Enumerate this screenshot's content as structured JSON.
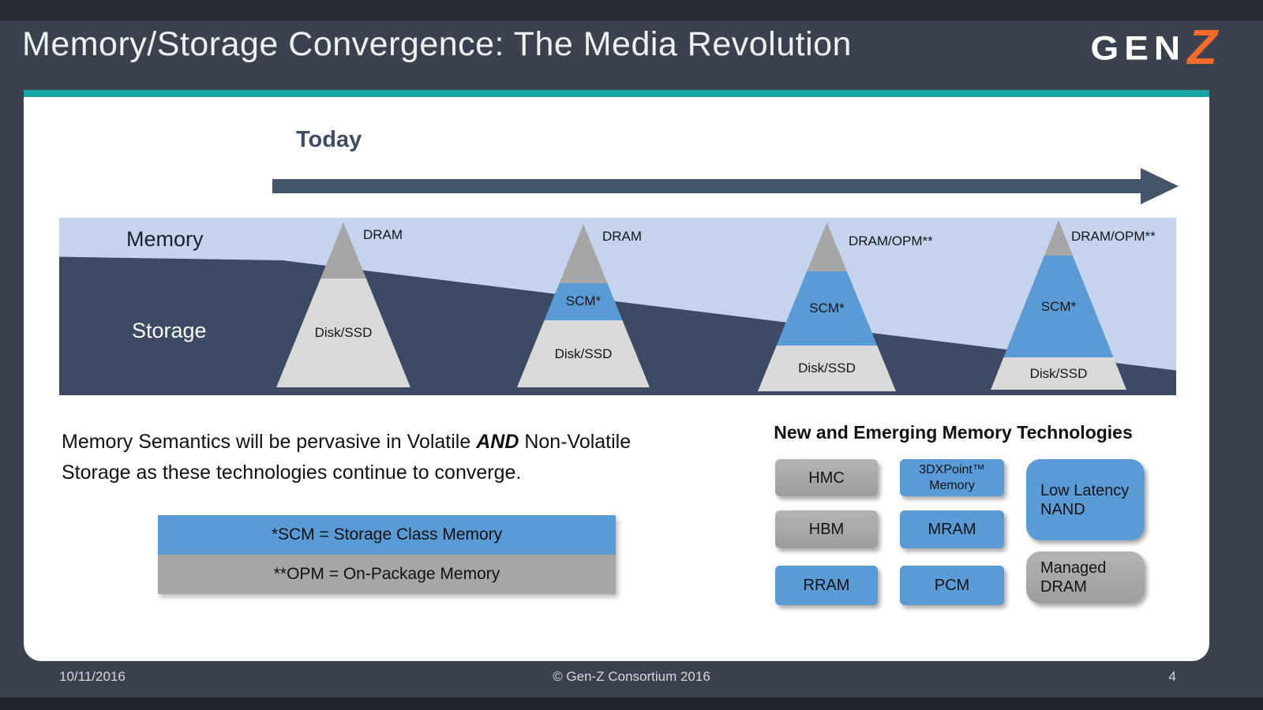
{
  "palette": {
    "teal_rule": "#16a5a0",
    "slate_arrow": "#44546a",
    "memory_band": "#c6d3ed",
    "storage_band": "#3d4a63",
    "blue_badge": "#5b9bd5",
    "grey_badge": "#a6a6a6",
    "light_grey_layer": "#d9d9d9",
    "logo_orange": "#f26b2a"
  },
  "header": {
    "title": "Memory/Storage Convergence: The Media Revolution",
    "logo_gen": "GEN",
    "logo_z": "Z"
  },
  "timeline": {
    "today_label": "Today"
  },
  "bands": {
    "memory": "Memory",
    "storage": "Storage"
  },
  "pyramids": [
    {
      "apex_label": "DRAM",
      "disk_label": "Disk/SSD"
    },
    {
      "apex_label": "DRAM",
      "scm_label": "SCM*",
      "disk_label": "Disk/SSD"
    },
    {
      "apex_label": "DRAM/OPM**",
      "scm_label": "SCM*",
      "disk_label": "Disk/SSD"
    },
    {
      "apex_label": "DRAM/OPM**",
      "scm_label": "SCM*",
      "disk_label": "Disk/SSD"
    }
  ],
  "statement": {
    "part1": "Memory Semantics will be pervasive in Volatile ",
    "emphasis": "AND",
    "part2": " Non-Volatile Storage as these technologies continue to converge."
  },
  "legend": {
    "scm": "*SCM = Storage Class Memory",
    "opm": "**OPM = On-Package Memory"
  },
  "technologies": {
    "heading": "New and Emerging Memory Technologies",
    "badges": [
      {
        "label": "HMC",
        "style": "grey"
      },
      {
        "label": "3DXPoint™ Memory",
        "style": "blue"
      },
      {
        "label": "Low Latency NAND",
        "style": "blue-rounded"
      },
      {
        "label": "HBM",
        "style": "grey"
      },
      {
        "label": "MRAM",
        "style": "blue"
      },
      {
        "label": "Managed DRAM",
        "style": "grey-rounded"
      },
      {
        "label": "RRAM",
        "style": "blue"
      },
      {
        "label": "PCM",
        "style": "blue"
      }
    ]
  },
  "footer": {
    "date": "10/11/2016",
    "copyright": "© Gen-Z Consortium 2016",
    "page": "4"
  }
}
